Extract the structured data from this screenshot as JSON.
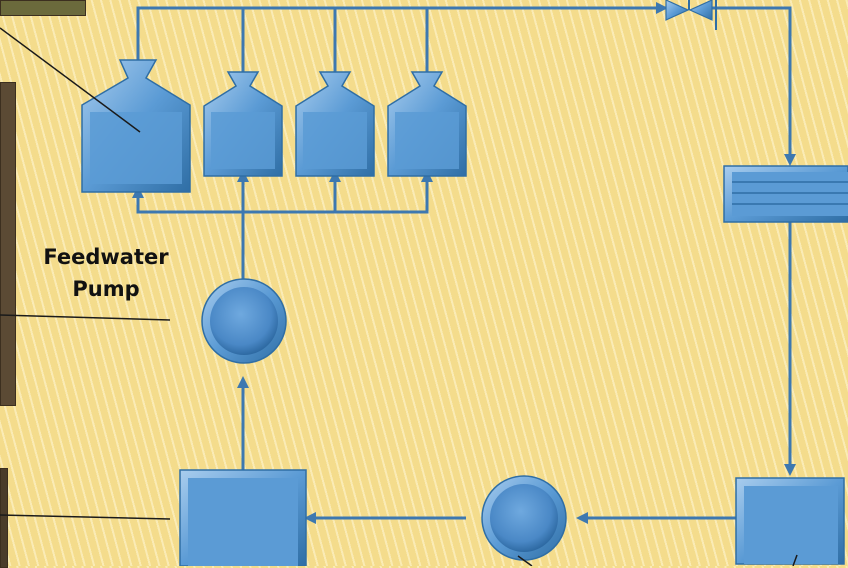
{
  "labels": {
    "feedwater_pump_line1": "Feedwater",
    "feedwater_pump_line2": "Pump"
  },
  "colors": {
    "background": "#f4dc8c",
    "equipment_fill": "#5b9bd5",
    "equipment_dark": "#2f6ea5",
    "equipment_light": "#a9cdee",
    "pipe": "#3d78b0",
    "leader_line": "#1a1a1a"
  },
  "components": [
    {
      "name": "vessel-large",
      "icon": "tank-icon"
    },
    {
      "name": "vessel-small-1",
      "icon": "tank-icon"
    },
    {
      "name": "vessel-small-2",
      "icon": "tank-icon"
    },
    {
      "name": "vessel-small-3",
      "icon": "tank-icon"
    },
    {
      "name": "valve",
      "icon": "valve-icon"
    },
    {
      "name": "heat-exchanger",
      "icon": "heat-exchanger-icon"
    },
    {
      "name": "feedwater-pump",
      "icon": "pump-icon"
    },
    {
      "name": "tank-left",
      "icon": "tank-icon"
    },
    {
      "name": "pump-bottom",
      "icon": "pump-icon"
    },
    {
      "name": "tank-right",
      "icon": "tank-icon"
    }
  ]
}
